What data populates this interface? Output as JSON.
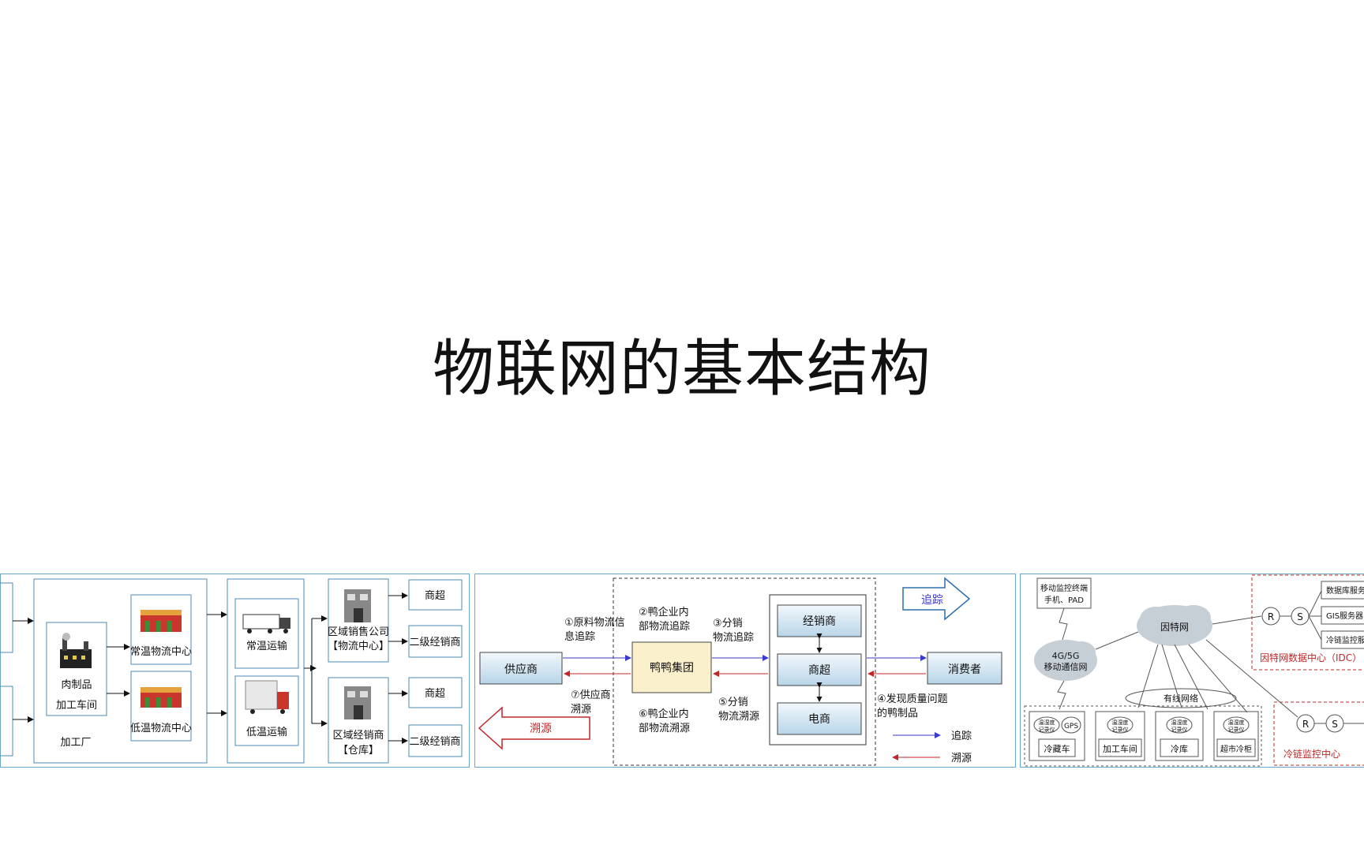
{
  "slide": {
    "title": "物联网的基本结构"
  },
  "panel1": {
    "processing_label": "肉制品",
    "workshop_label": "加工车间",
    "factory_label": "加工厂",
    "ambient_center": "常温物流中心",
    "cold_center": "低温物流中心",
    "ambient_transport": "常温运输",
    "cold_transport": "低温运输",
    "regional_company": "区域销售公司",
    "logistics_center": "【物流中心】",
    "regional_dealer": "区域经销商",
    "warehouse": "【仓库】",
    "supermarket": "商超",
    "secondary_dealer": "二级经销商"
  },
  "panel2": {
    "supplier": "供应商",
    "group": "鸭鸭集团",
    "distributor": "经销商",
    "supermarket": "商超",
    "ecommerce": "电商",
    "consumer": "消费者",
    "step1_a": "①原料物流信",
    "step1_b": "息追踪",
    "step2_a": "②鸭企业内",
    "step2_b": "部物流追踪",
    "step3_a": "③分销",
    "step3_b": "物流追踪",
    "step4_a": "④发现质量问题",
    "step4_b": "的鸭制品",
    "step5_a": "⑤分销",
    "step5_b": "物流溯源",
    "step6_a": "⑥鸭企业内",
    "step6_b": "部物流溯源",
    "step7_a": "⑦供应商",
    "step7_b": "溯源",
    "trace_forward": "追踪",
    "trace_back": "溯源",
    "legend_forward": "追踪",
    "legend_back": "溯源",
    "colors": {
      "forward": "#3a3acb",
      "back": "#c0282a",
      "box_fill": "#dbe9f3",
      "group_fill": "#fbf0cc"
    }
  },
  "panel3": {
    "terminal_a": "移动监控终端",
    "terminal_b": "手机、PAD",
    "mobile_net_a": "4G/5G",
    "mobile_net_b": "移动通信网",
    "internet": "因特网",
    "wired": "有线网络",
    "idc": "因特网数据中心（IDC）",
    "cold_center": "冷链监控中心",
    "router": "R",
    "switch": "S",
    "db_server": "数据库服务",
    "gis_server": "GIS服务器",
    "cold_monitor": "冷链监控服",
    "recorder_a": "温湿度",
    "recorder_b": "记录仪",
    "gps": "GPS",
    "truck": "冷藏车",
    "workshop": "加工车间",
    "cold_storage": "冷库",
    "cabinet": "超市冷柜"
  }
}
